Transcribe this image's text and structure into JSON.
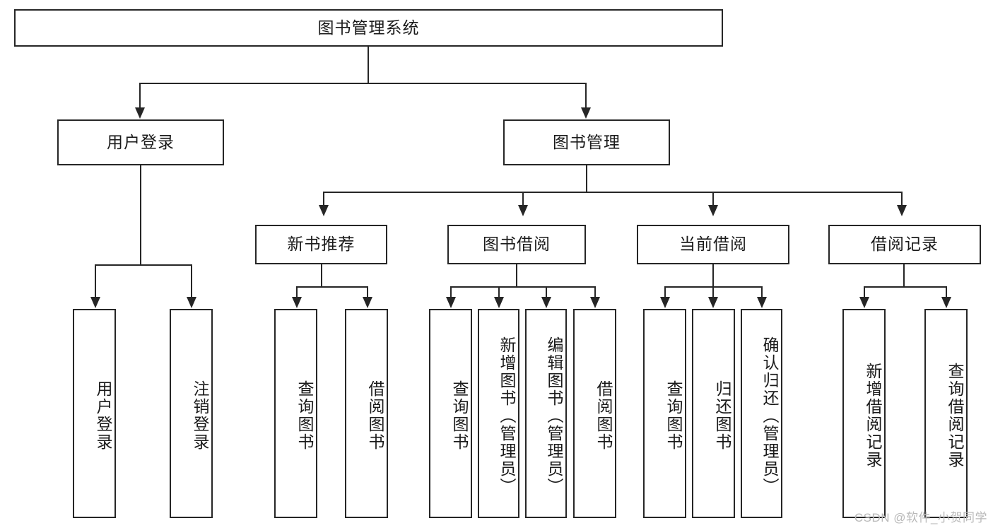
{
  "diagram": {
    "title": "图书管理系统",
    "type": "tree-hierarchy",
    "root": {
      "label": "图书管理系统"
    },
    "level2": [
      {
        "label": "用户登录"
      },
      {
        "label": "图书管理"
      }
    ],
    "level3": [
      {
        "label": "新书推荐"
      },
      {
        "label": "图书借阅"
      },
      {
        "label": "当前借阅"
      },
      {
        "label": "借阅记录"
      }
    ],
    "leaves": {
      "user_login": [
        {
          "label": "用户登录"
        },
        {
          "label": "注销登录"
        }
      ],
      "new_book_recommend": [
        {
          "label": "查询图书"
        },
        {
          "label": "借阅图书"
        }
      ],
      "book_borrow": [
        {
          "label": "查询图书"
        },
        {
          "label": "新增图书（管理员）"
        },
        {
          "label": "编辑图书（管理员）"
        },
        {
          "label": "借阅图书"
        }
      ],
      "current_borrow": [
        {
          "label": "查询图书"
        },
        {
          "label": "归还图书"
        },
        {
          "label": "确认归还（管理员）"
        }
      ],
      "borrow_record": [
        {
          "label": "新增借阅记录"
        },
        {
          "label": "查询借阅记录"
        }
      ]
    }
  },
  "watermark": {
    "text": "CSDN @软件_小贺同学"
  },
  "colors": {
    "stroke": "#262626",
    "background": "#ffffff",
    "text": "#1a1a1a",
    "watermark": "#b9b9b9"
  }
}
